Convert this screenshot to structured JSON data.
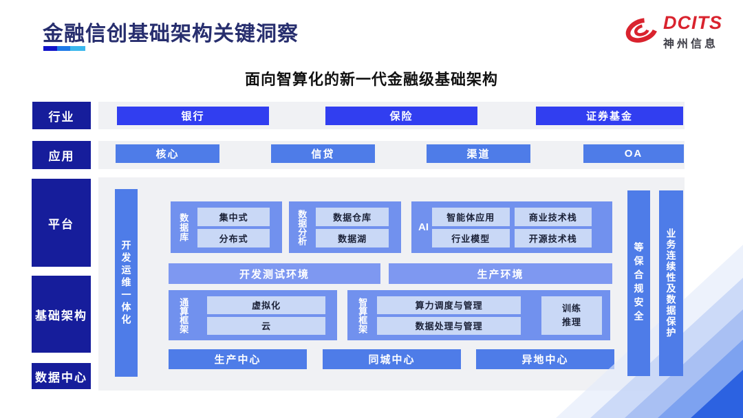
{
  "header": {
    "title": "金融信创基础架构关键洞察",
    "logo": {
      "brand": "DCITS",
      "company": "神州信息"
    },
    "colors": {
      "title_navy": "#272e6e",
      "logo_red": "#d9232e",
      "underline_segments": [
        "#1114c9",
        "#1c79e8",
        "#3ab7ed"
      ]
    }
  },
  "diagram": {
    "subtitle": "面向智算化的新一代金融级基础架构",
    "colors": {
      "row_label_navy": "#161d9b",
      "row_strip_gray": "#f0f1f4",
      "industry_button_blue": "#313ef0",
      "mid_blue": "#4e7ce8",
      "group_blue": "#7191ee",
      "env_bar_blue": "#7e98f1",
      "inner_box_light": "#c9d8f6"
    },
    "industry": {
      "label": "行业",
      "items": [
        "银行",
        "保险",
        "证券基金"
      ]
    },
    "application": {
      "label": "应用",
      "items": [
        "核心",
        "信贷",
        "渠道",
        "OA"
      ]
    },
    "platform_label": "平台",
    "infrastructure_label": "基础架构",
    "datacenter_label": "数据中心",
    "devops_bar": "开发运维一体化",
    "security_bar": "等保合规安全",
    "continuity_bar": "业务连续性及数据保护",
    "database_group": {
      "label": "数据库",
      "items": [
        "集中式",
        "分布式"
      ]
    },
    "analytics_group": {
      "label": "数据分析",
      "items": [
        "数据仓库",
        "数据湖"
      ]
    },
    "ai_group": {
      "label": "AI",
      "items": [
        "智能体应用",
        "商业技术栈",
        "行业模型",
        "开源技术栈"
      ]
    },
    "env_bars": [
      "开发测试环境",
      "生产环境"
    ],
    "general_compute_group": {
      "label": "通算框架",
      "items": [
        "虚拟化",
        "云"
      ]
    },
    "smart_compute_group": {
      "label": "智算框架",
      "items": [
        "算力调度与管理",
        "数据处理与管理"
      ],
      "side_item": "训练\n推理"
    },
    "centers": [
      "生产中心",
      "同城中心",
      "异地中心"
    ]
  }
}
